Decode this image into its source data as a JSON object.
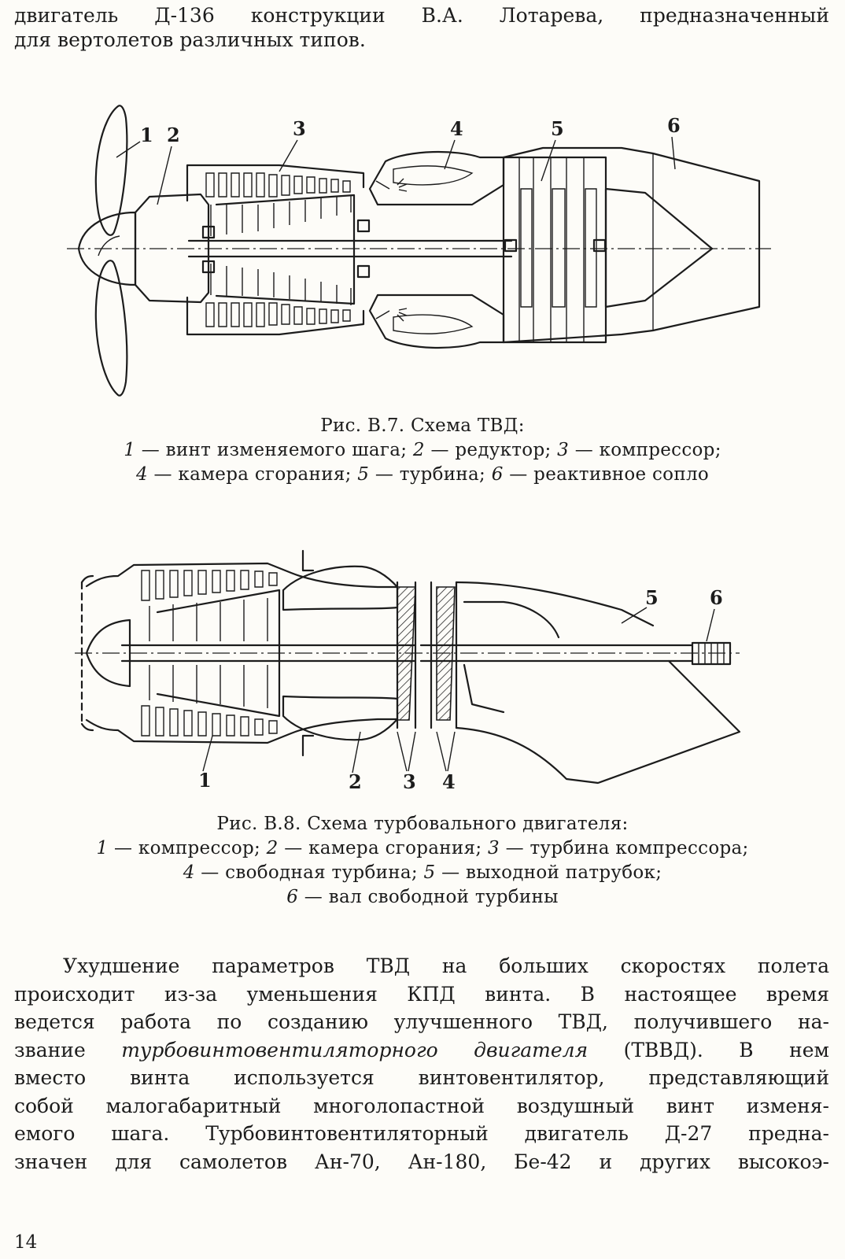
{
  "top_text": {
    "lines": [
      "двигатель Д-136 конструкции В.А. Лотарева, предназначенный",
      "для вертолетов различных типов."
    ]
  },
  "figure1": {
    "labels": [
      "1",
      "2",
      "3",
      "4",
      "5",
      "6"
    ],
    "caption": {
      "title": "Рис. В.7. Схема ТВД:",
      "line1": [
        {
          "n": "1",
          "t": " — винт изменяемого шага; "
        },
        {
          "n": "2",
          "t": " — редуктор; "
        },
        {
          "n": "3",
          "t": " — компрессор;"
        }
      ],
      "line2": [
        {
          "n": "4",
          "t": " — камера сгорания; "
        },
        {
          "n": "5",
          "t": " — турбина; "
        },
        {
          "n": "6",
          "t": " — реактивное сопло"
        }
      ]
    }
  },
  "figure2": {
    "labels": [
      "1",
      "2",
      "3",
      "4",
      "5",
      "6"
    ],
    "caption": {
      "title": "Рис. В.8. Схема турбовального двигателя:",
      "line1": [
        {
          "n": "1",
          "t": " — компрессор; "
        },
        {
          "n": "2",
          "t": " — камера сгорания; "
        },
        {
          "n": "3",
          "t": " — турбина компрессора;"
        }
      ],
      "line2": [
        {
          "n": "4",
          "t": " — свободная турбина; "
        },
        {
          "n": "5",
          "t": " — выходной патрубок;"
        }
      ],
      "line3": [
        {
          "n": "6",
          "t": " — вал свободной турбины"
        }
      ]
    }
  },
  "body_text": {
    "line1": "Ухудшение параметров ТВД на больших скоростях полета",
    "line2": "происходит из-за уменьшения КПД винта. В настоящее время",
    "line3": "ведется работа по созданию улучшенного ТВД, получившего на-",
    "line4_a": "звание ",
    "line4_italic": "турбовинтовентиляторного двигателя",
    "line4_b": " (ТВВД). В нем",
    "line5": "вместо винта используется винтовентилятор, представляющий",
    "line6": "собой малогабаритный многолопастной воздушный винт изменя-",
    "line7": "емого шага. Турбовинтовентиляторный двигатель Д-27 предна-",
    "line8": "значен для самолетов Ан-70, Ан-180, Бе-42 и других высокоэ-"
  },
  "page_number": "14"
}
